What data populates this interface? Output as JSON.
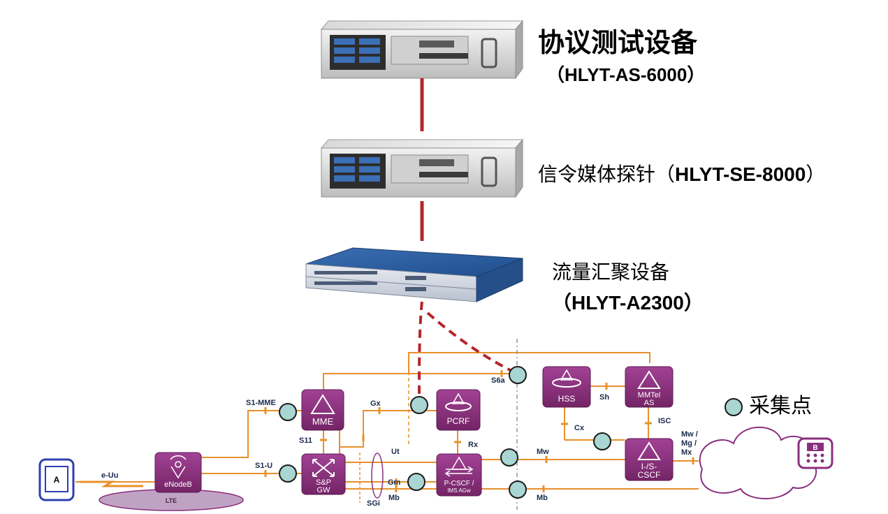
{
  "top_device": {
    "name": "协议测试设备",
    "model": "（HLYT-AS-6000）"
  },
  "mid_device": {
    "name": "信令媒体探针（",
    "model": "HLYT-SE-8000",
    "suffix": "）"
  },
  "agg_device": {
    "name": "流量汇聚设备",
    "model": "（HLYT-A2300）"
  },
  "legend": {
    "label": "采集点"
  },
  "nodes": {
    "enodeb": "eNodeB",
    "lte": "LTE",
    "mme": "MME",
    "sgw": "S&P GW",
    "sgw_l1": "S&P",
    "sgw_l2": "GW",
    "pcrf": "PCRF",
    "pcscf_l1": "P-CSCF /",
    "pcscf_l2": "IMS AGw",
    "hss": "HSS",
    "mmtel_l1": "MMTel",
    "mmtel_l2": "AS",
    "cscf_l1": "I-/S-",
    "cscf_l2": "CSCF",
    "ue_a": "A",
    "ue_b": "B"
  },
  "interfaces": {
    "euu": "e-Uu",
    "s1mme": "S1-MME",
    "s1u": "S1-U",
    "s11": "S11",
    "gx": "Gx",
    "ut": "Ut",
    "gm": "Gm",
    "mb1": "Mb",
    "sgi": "SGi",
    "rx": "Rx",
    "s6a": "S6a",
    "sh": "Sh",
    "cx": "Cx",
    "isc": "ISC",
    "mw": "Mw",
    "mb2": "Mb",
    "mwmgmx_l1": "Mw /",
    "mwmgmx_l2": "Mg /",
    "mwmgmx_l3": "Mx"
  },
  "colors": {
    "link": "#e8902a",
    "node_fill": "#8a2f7e",
    "capture_point": "#a9d6d2",
    "probe_line": "#b3262b",
    "dashed_link": "#b3262b"
  }
}
